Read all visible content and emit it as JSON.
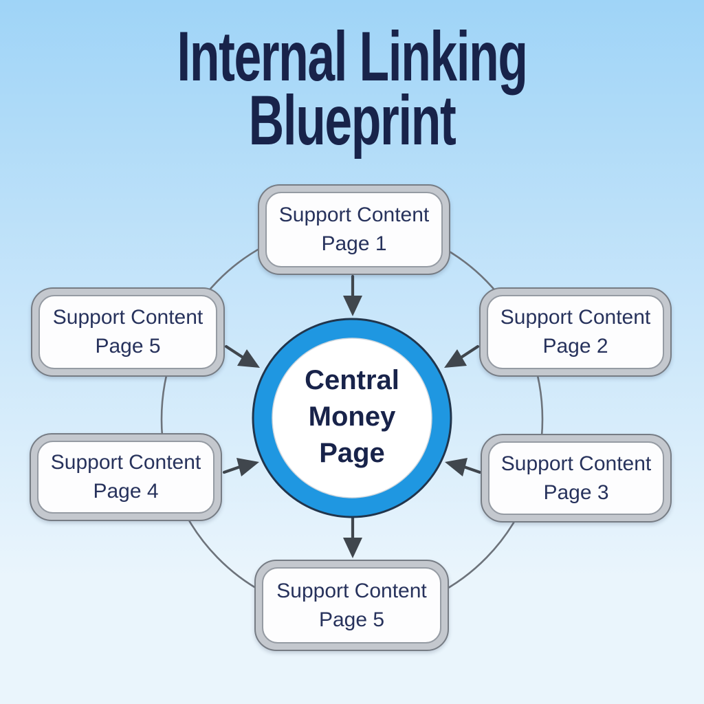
{
  "title": {
    "line1": "Internal Linking",
    "line2": "Blueprint"
  },
  "center_node": {
    "line1": "Central",
    "line2": "Money",
    "line3": "Page"
  },
  "support_nodes": [
    {
      "position": "top",
      "line1": "Support Content",
      "line2": "Page 1"
    },
    {
      "position": "top-right",
      "line1": "Support Content",
      "line2": "Page 2"
    },
    {
      "position": "bottom-right",
      "line1": "Support Content",
      "line2": "Page 3"
    },
    {
      "position": "bottom",
      "line1": "Support Content",
      "line2": "Page 5"
    },
    {
      "position": "bottom-left",
      "line1": "Support Content",
      "line2": "Page 4"
    },
    {
      "position": "top-left",
      "line1": "Support Content",
      "line2": "Page 5"
    }
  ],
  "colors": {
    "bg-top": "#9fd4f7",
    "bg-mid": "#c9e6fa",
    "bg-bottom": "#eaf5fc",
    "title-navy": "#18234a",
    "text-navy": "#27325c",
    "ring-blue": "#1f97e1",
    "ring-outline": "#21354c",
    "orbit-gray": "#6d737b",
    "arrow-gray": "#40464d",
    "node-silver": "#c4c8ce",
    "node-outer-stroke": "#767c84",
    "node-inner-stroke": "#959ba3",
    "node-fill": "#fdfdfe"
  }
}
